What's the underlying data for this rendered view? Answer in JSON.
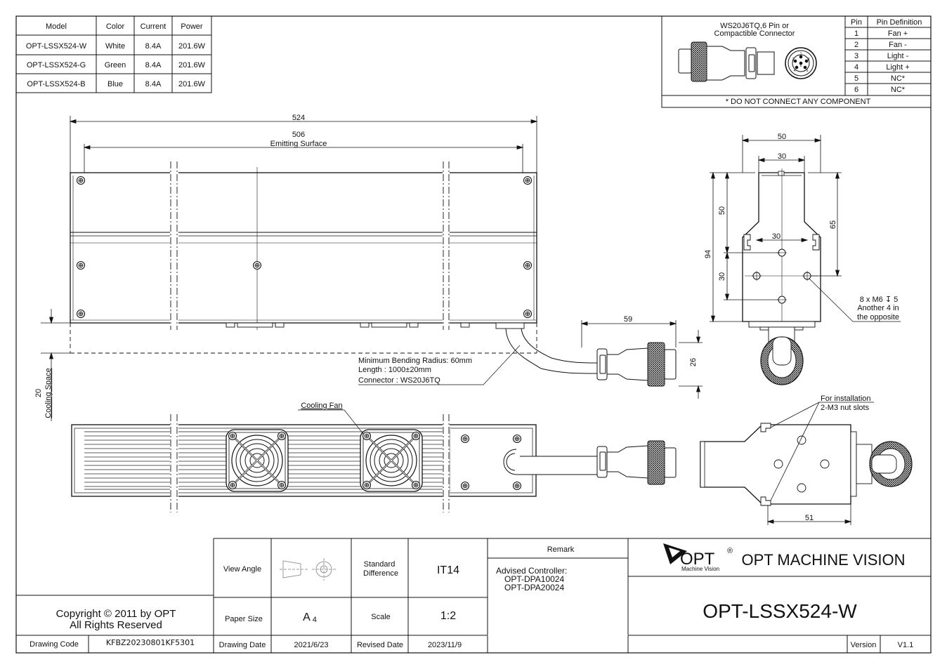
{
  "spec_table": {
    "headers": [
      "Model",
      "Color",
      "Current",
      "Power"
    ],
    "rows": [
      [
        "OPT-LSSX524-W",
        "White",
        "8.4A",
        "201.6W"
      ],
      [
        "OPT-LSSX524-G",
        "Green",
        "8.4A",
        "201.6W"
      ],
      [
        "OPT-LSSX524-B",
        "Blue",
        "8.4A",
        "201.6W"
      ]
    ]
  },
  "connector": {
    "title_line1": "WS20J6TQ,6 Pin or",
    "title_line2": "Compactible Connector",
    "pin_headers": [
      "Pin",
      "Pin Definition"
    ],
    "pins": [
      [
        "1",
        "Fan +"
      ],
      [
        "2",
        "Fan -"
      ],
      [
        "3",
        "Light -"
      ],
      [
        "4",
        "Light +"
      ],
      [
        "5",
        "NC*"
      ],
      [
        "6",
        "NC*"
      ]
    ],
    "note": "* DO NOT CONNECT ANY COMPONENT",
    "pin_numbers_drawn": [
      "1",
      "2",
      "3",
      "4",
      "5",
      "6"
    ]
  },
  "dimensions": {
    "total_length": "524",
    "emitting_length": "506",
    "emitting_label": "Emitting Surface",
    "cooling_space": "20",
    "cooling_space_label": "Cooling Space",
    "connector_length": "59",
    "connector_diameter": "26",
    "side_width": "50",
    "side_top_width": "30",
    "side_hole_spacing": "30",
    "side_upper_height": "50",
    "side_lower_height": "30",
    "side_total_height": "94",
    "side_height_right": "65",
    "bottom_width": "51"
  },
  "notes": {
    "cable_line1": "Minimum Bending Radius: 60mm",
    "cable_line2": "Length : 1000±20mm",
    "cable_line3": "Connector : WS20J6TQ",
    "holes_line1": "8 x M6",
    "holes_depth_symbol": "↧",
    "holes_depth": "5",
    "holes_line2": "Another 4 in",
    "holes_line3": "the opposite",
    "cooling_fan": "Cooling Fan",
    "install_line1": "For installation",
    "install_line2": "2-M3 nut slots"
  },
  "title_block": {
    "copyright_line1": "Copyright © 2011 by OPT",
    "copyright_line2": "All Rights Reserved",
    "drawing_code_label": "Drawing Code",
    "drawing_code": "KFBZ20230801KF5301",
    "view_angle_label": "View Angle",
    "standard_diff_label_1": "Standard",
    "standard_diff_label_2": "Difference",
    "standard_diff": "IT14",
    "paper_size_label": "Paper Size",
    "paper_size": "A",
    "paper_size_sub": "4",
    "scale_label": "Scale",
    "scale": "1:2",
    "drawing_date_label": "Drawing Date",
    "drawing_date": "2021/6/23",
    "revised_date_label": "Revised Date",
    "revised_date": "2023/11/9",
    "remark_label": "Remark",
    "remark_line1": "Advised Controller:",
    "remark_line2": "OPT-DPA10024",
    "remark_line3": "OPT-DPA20024",
    "logo_text": "OPT",
    "logo_reg": "®",
    "logo_sub": "Machine Vision",
    "company": "OPT MACHINE VISION",
    "model": "OPT-LSSX524-W",
    "version_label": "Version",
    "version": "V1.1"
  }
}
